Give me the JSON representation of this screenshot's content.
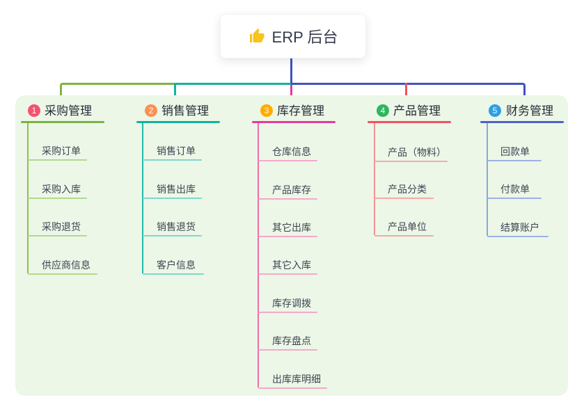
{
  "root": {
    "label": "ERP 后台",
    "icon": "thumbs-up-icon",
    "icon_color": "#f7c31c"
  },
  "palette": {
    "canvas_background": "#ecf7e7",
    "root_connector": "#4152c2",
    "bus_segments": [
      "#7cb342",
      "#12b1a2",
      "#4152c2"
    ],
    "center_drop": "#e6399b",
    "branch4_drop": "#f05262"
  },
  "branches": [
    {
      "index": "1",
      "label": "采购管理",
      "badge_color": "#f4526e",
      "line_color": "#7cb342",
      "child_line_color": "#b2d98a",
      "children": [
        "采购订单",
        "采购入库",
        "采购退货",
        "供应商信息"
      ]
    },
    {
      "index": "2",
      "label": "销售管理",
      "badge_color": "#fb9052",
      "line_color": "#12b1a2",
      "child_line_color": "#7fd6cb",
      "children": [
        "销售订单",
        "销售出库",
        "销售退货",
        "客户信息"
      ]
    },
    {
      "index": "3",
      "label": "库存管理",
      "badge_color": "#ffac00",
      "line_color": "#e6399b",
      "child_line_color": "#f6a8cb",
      "children": [
        "仓库信息",
        "产品库存",
        "其它出库",
        "其它入库",
        "库存调拨",
        "库存盘点",
        "出库库明细"
      ]
    },
    {
      "index": "4",
      "label": "产品管理",
      "badge_color": "#2fb55e",
      "line_color": "#f05262",
      "child_line_color": "#f5a9a9",
      "children": [
        "产品（物料）",
        "产品分类",
        "产品单位"
      ]
    },
    {
      "index": "5",
      "label": "财务管理",
      "badge_color": "#2d9fe4",
      "line_color": "#4a63c8",
      "child_line_color": "#9db1e6",
      "children": [
        "回款单",
        "付款单",
        "结算账户"
      ]
    }
  ]
}
